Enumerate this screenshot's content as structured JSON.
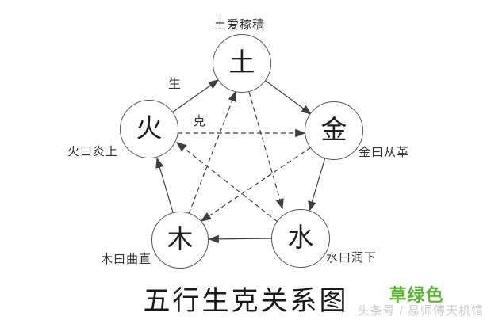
{
  "title": "五行生克关系图",
  "cycle_labels": {
    "generation": "生",
    "restriction": "克"
  },
  "elements": [
    {
      "id": "earth",
      "char": "土",
      "motto": "土爱稼穑",
      "position": "top"
    },
    {
      "id": "metal",
      "char": "金",
      "motto": "金曰从革",
      "position": "right"
    },
    {
      "id": "water",
      "char": "水",
      "motto": "水曰润下",
      "position": "bottom-right"
    },
    {
      "id": "wood",
      "char": "木",
      "motto": "木曰曲直",
      "position": "bottom-left"
    },
    {
      "id": "fire",
      "char": "火",
      "motto": "火曰炎上",
      "position": "left"
    }
  ],
  "relations": {
    "generation_solid_arrows": [
      {
        "from": "fire",
        "to": "earth"
      },
      {
        "from": "earth",
        "to": "metal"
      },
      {
        "from": "metal",
        "to": "water"
      },
      {
        "from": "water",
        "to": "wood"
      },
      {
        "from": "wood",
        "to": "fire"
      }
    ],
    "restriction_dashed_arrows": [
      {
        "from": "fire",
        "to": "metal"
      },
      {
        "from": "metal",
        "to": "wood"
      },
      {
        "from": "wood",
        "to": "earth"
      },
      {
        "from": "earth",
        "to": "water"
      },
      {
        "from": "water",
        "to": "fire"
      }
    ]
  },
  "footer": {
    "green_label": "草绿色",
    "watermark": "头条号 / 易师傅天机馆"
  },
  "colors": {
    "line": "#3f3f3f",
    "green_label": "#5cb832",
    "watermark": "#c9c9c9",
    "background": "#ffffff"
  }
}
